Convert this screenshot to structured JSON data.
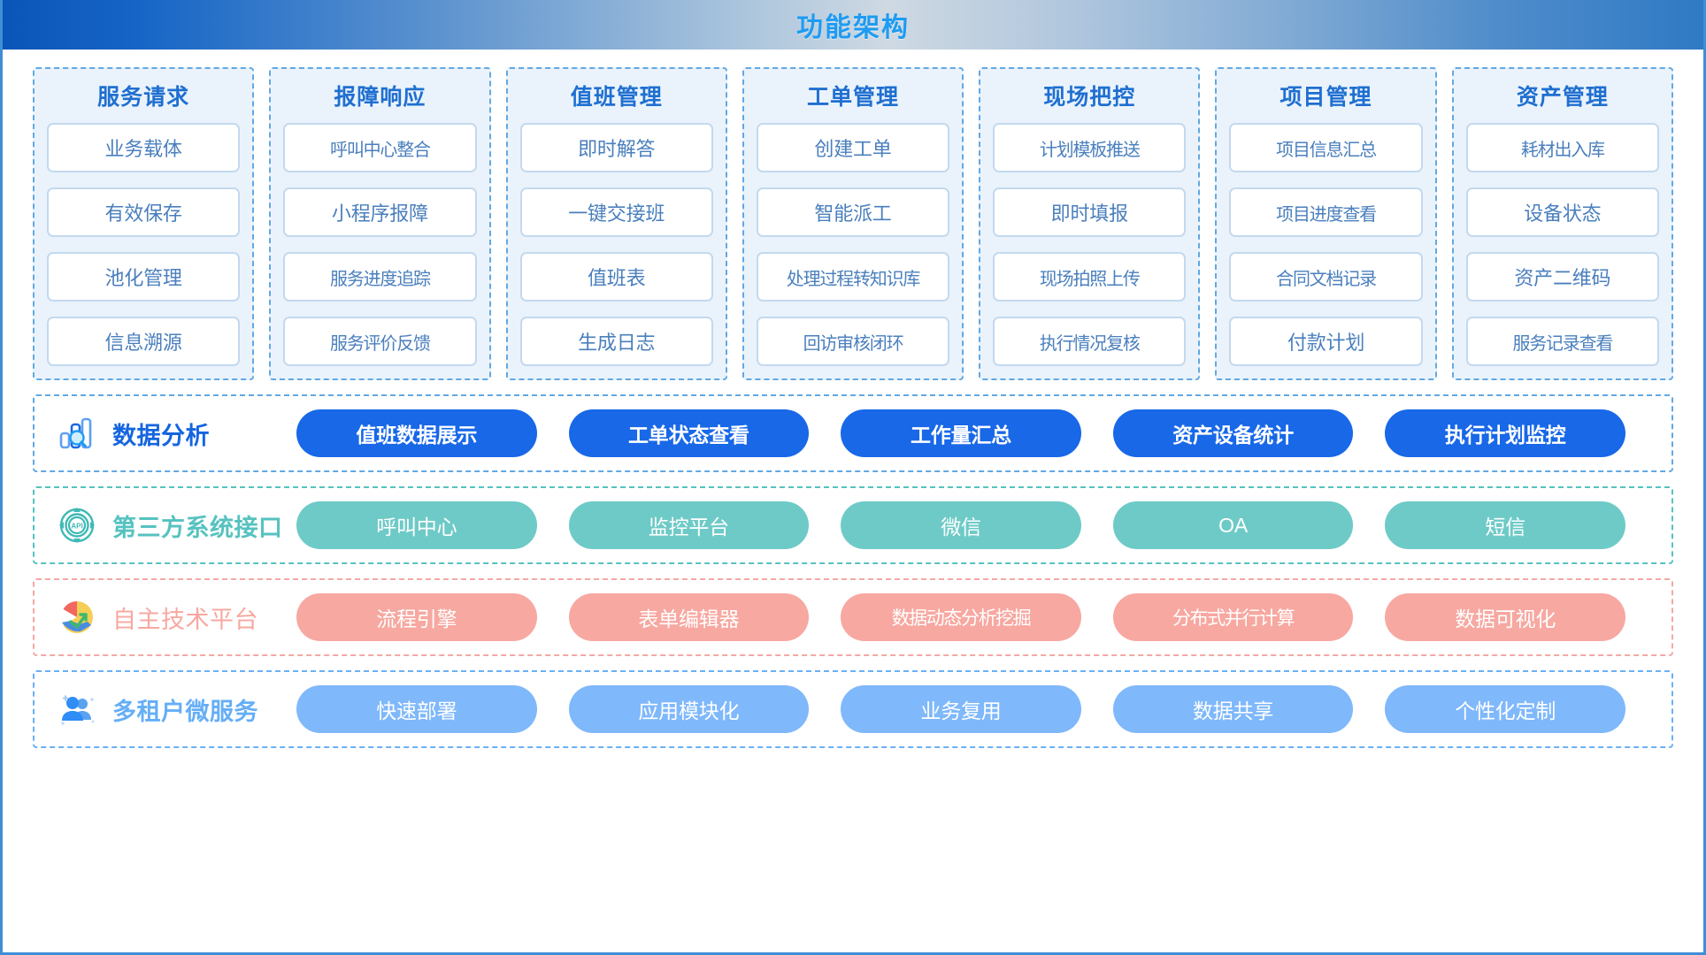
{
  "header": {
    "title": "功能架构"
  },
  "columns": [
    {
      "title": "服务请求",
      "items": [
        "业务载体",
        "有效保存",
        "池化管理",
        "信息溯源"
      ]
    },
    {
      "title": "报障响应",
      "items": [
        "呼叫中心整合",
        "小程序报障",
        "服务进度追踪",
        "服务评价反馈"
      ]
    },
    {
      "title": "值班管理",
      "items": [
        "即时解答",
        "一键交接班",
        "值班表",
        "生成日志"
      ]
    },
    {
      "title": "工单管理",
      "items": [
        "创建工单",
        "智能派工",
        "处理过程转知识库",
        "回访审核闭环"
      ]
    },
    {
      "title": "现场把控",
      "items": [
        "计划模板推送",
        "即时填报",
        "现场拍照上传",
        "执行情况复核"
      ]
    },
    {
      "title": "项目管理",
      "items": [
        "项目信息汇总",
        "项目进度查看",
        "合同文档记录",
        "付款计划"
      ]
    },
    {
      "title": "资产管理",
      "items": [
        "耗材出入库",
        "设备状态",
        "资产二维码",
        "服务记录查看"
      ]
    }
  ],
  "layers": [
    {
      "label": "数据分析",
      "icon": "bar-chart-analysis-icon",
      "accent": "#1868e8",
      "pills": [
        "值班数据展示",
        "工单状态查看",
        "工作量汇总",
        "资产设备统计",
        "执行计划监控"
      ]
    },
    {
      "label": "第三方系统接口",
      "icon": "api-badge-icon",
      "accent": "#6ecac7",
      "pills": [
        "呼叫中心",
        "监控平台",
        "微信",
        "OA",
        "短信"
      ]
    },
    {
      "label": "自主技术平台",
      "icon": "platform-pie-hand-icon",
      "accent": "#f7a8a1",
      "pills": [
        "流程引擎",
        "表单编辑器",
        "数据动态分析挖掘",
        "分布式并行计算",
        "数据可视化"
      ]
    },
    {
      "label": "多租户微服务",
      "icon": "users-group-icon",
      "accent": "#7fb8fb",
      "pills": [
        "快速部署",
        "应用模块化",
        "业务复用",
        "数据共享",
        "个性化定制"
      ]
    }
  ]
}
